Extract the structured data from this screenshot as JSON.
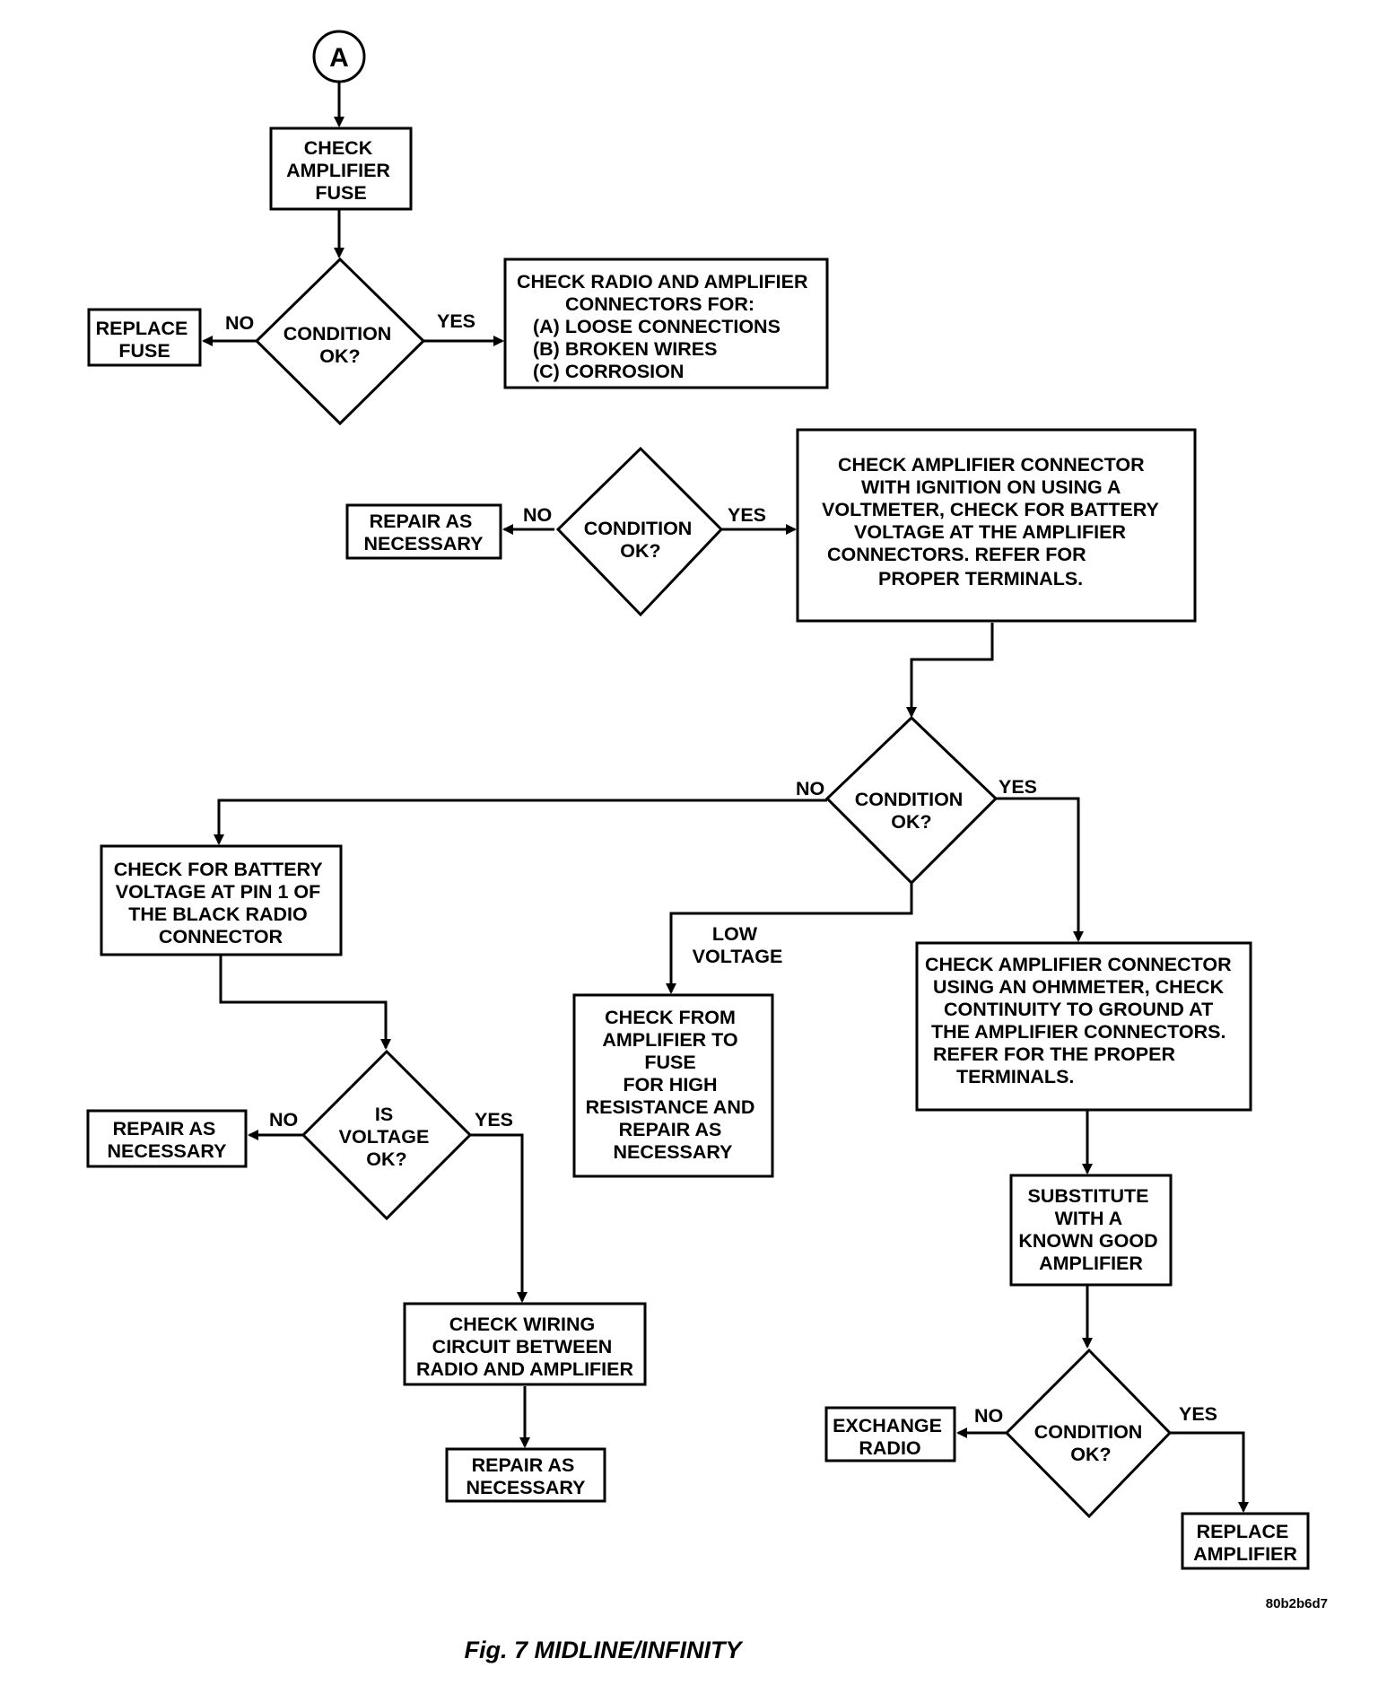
{
  "connector": {
    "label": "A"
  },
  "nodes": {
    "check_fuse": [
      "CHECK",
      "AMPLIFIER",
      "FUSE"
    ],
    "cond1": [
      "CONDITION",
      "OK?"
    ],
    "replace_fuse": [
      "REPLACE",
      "FUSE"
    ],
    "check_connectors": [
      "CHECK RADIO AND AMPLIFIER",
      "CONNECTORS FOR:",
      "(A) LOOSE CONNECTIONS",
      "(B) BROKEN WIRES",
      "(C) CORROSION"
    ],
    "cond2": [
      "CONDITION",
      "OK?"
    ],
    "repair1": [
      "REPAIR AS",
      "NECESSARY"
    ],
    "check_amp_volt": [
      "CHECK AMPLIFIER CONNECTOR",
      "WITH IGNITION ON USING A",
      "VOLTMETER, CHECK FOR BATTERY",
      "VOLTAGE AT THE AMPLIFIER",
      "CONNECTORS.  REFER  FOR",
      "PROPER TERMINALS."
    ],
    "cond3": [
      "CONDITION",
      "OK?"
    ],
    "check_battery": [
      "CHECK FOR BATTERY",
      "VOLTAGE AT PIN 1 OF",
      "THE BLACK RADIO",
      "CONNECTOR"
    ],
    "check_from_amp": [
      "CHECK FROM",
      "AMPLIFIER TO",
      "FUSE",
      "FOR HIGH",
      "RESISTANCE AND",
      "REPAIR AS",
      "NECESSARY"
    ],
    "check_ohm": [
      "CHECK AMPLIFIER CONNECTOR",
      "USING AN OHMMETER, CHECK",
      "CONTINUITY TO GROUND AT",
      "THE AMPLIFIER CONNECTORS.",
      "REFER   FOR THE PROPER",
      "TERMINALS."
    ],
    "is_voltage": [
      "IS",
      "VOLTAGE",
      "OK?"
    ],
    "repair2": [
      "REPAIR AS",
      "NECESSARY"
    ],
    "check_wiring": [
      "CHECK WIRING",
      "CIRCUIT BETWEEN",
      "RADIO AND AMPLIFIER"
    ],
    "repair3": [
      "REPAIR AS",
      "NECESSARY"
    ],
    "substitute": [
      "SUBSTITUTE",
      "WITH A",
      "KNOWN GOOD",
      "AMPLIFIER"
    ],
    "cond4": [
      "CONDITION",
      "OK?"
    ],
    "exchange_radio": [
      "EXCHANGE",
      "RADIO"
    ],
    "replace_amp": [
      "REPLACE",
      "AMPLIFIER"
    ]
  },
  "edge_labels": {
    "no1": "NO",
    "yes1": "YES",
    "no2": "NO",
    "yes2": "YES",
    "no3": "NO",
    "yes3": "YES",
    "low_voltage": [
      "LOW",
      "VOLTAGE"
    ],
    "no4": "NO",
    "yes4": "YES",
    "no5": "NO",
    "yes5": "YES"
  },
  "caption": "Fig. 7 MIDLINE/INFINITY",
  "image_code": "80b2b6d7"
}
